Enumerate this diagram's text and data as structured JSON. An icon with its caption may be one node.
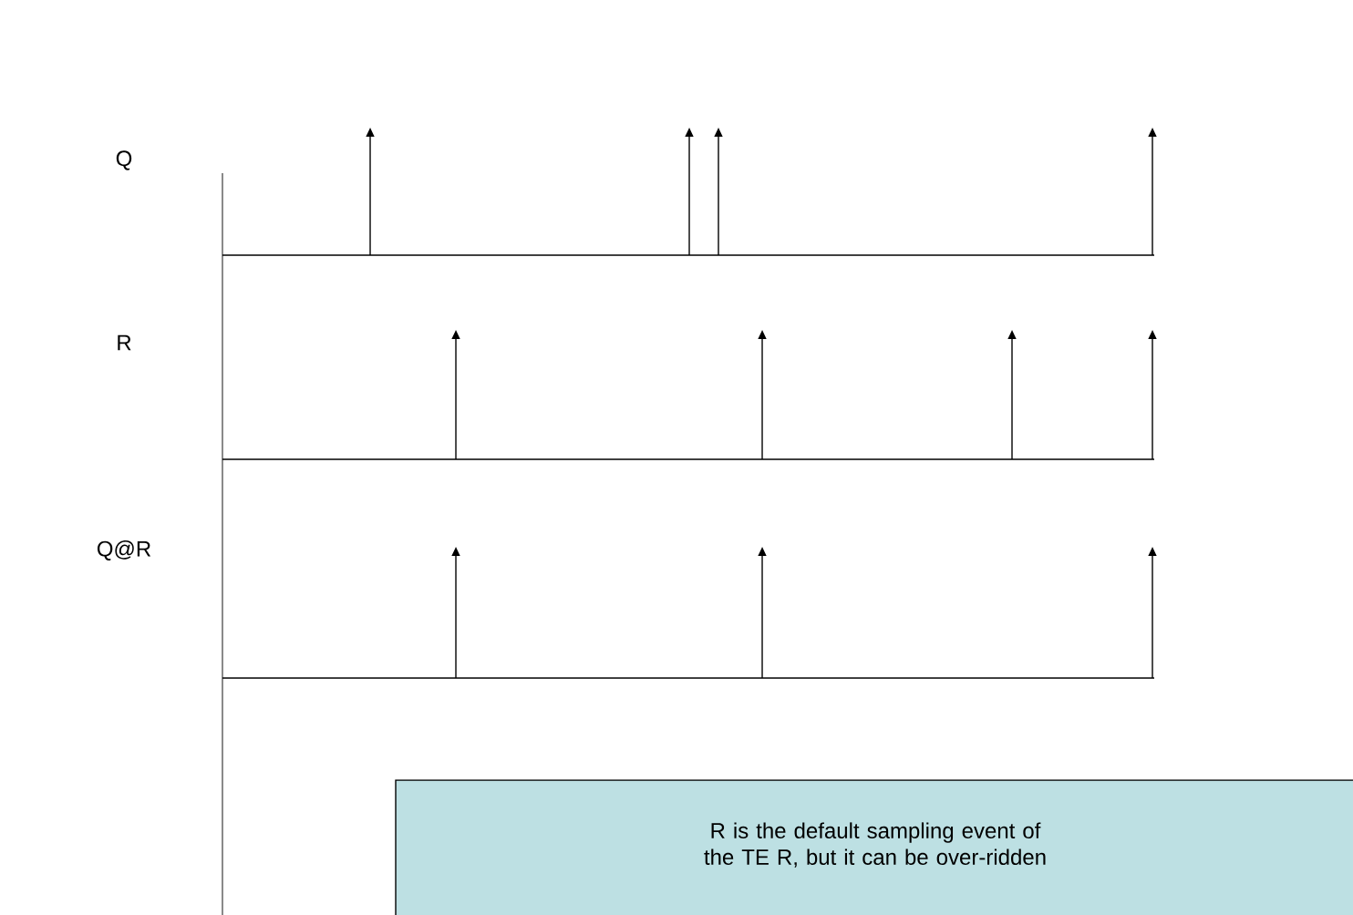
{
  "diagram": {
    "nodes": [
      {
        "text": [
          "R is the default sampling event of the TE R, but it can be over-ridden"
        ]
      }
    ],
    "labels": [
      "Q",
      "R",
      "Q@R"
    ]
  }
}
